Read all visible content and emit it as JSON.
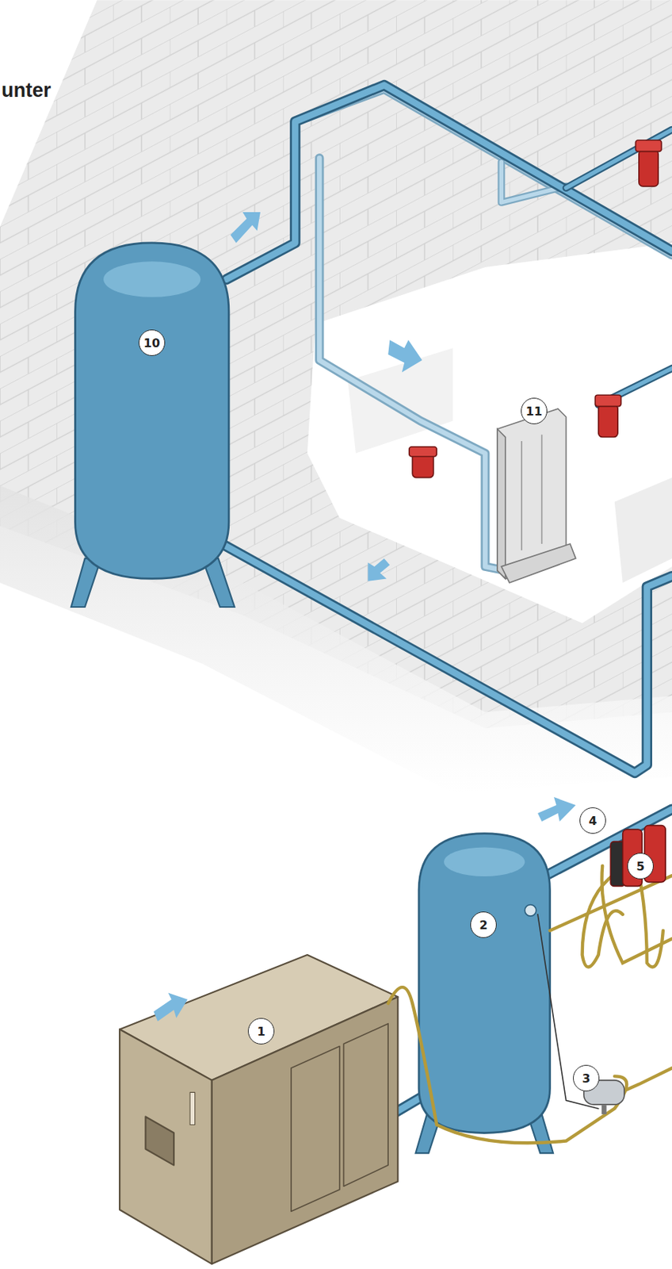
{
  "diagram": {
    "title": "unter",
    "labels": [
      "10",
      "11",
      "4",
      "5",
      "2",
      "1",
      "3"
    ]
  }
}
